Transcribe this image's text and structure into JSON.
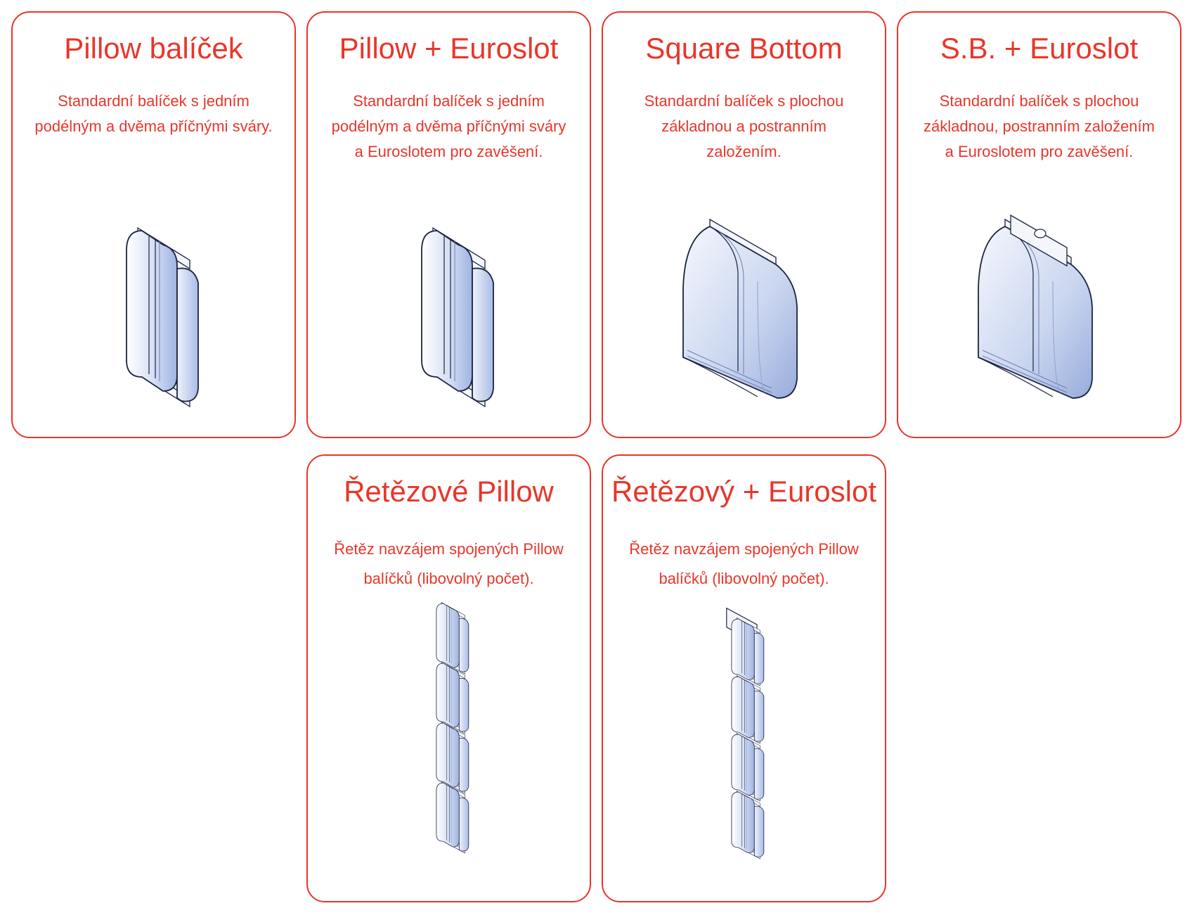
{
  "cards": [
    {
      "title": "Pillow balíček",
      "description": "Standardní balíček s jedním podélným a dvěma příčnými sváry.",
      "icon": "pillow-pack-icon"
    },
    {
      "title": "Pillow + Euroslot",
      "description": "Standardní balíček s jedním podélným a dvěma příčnými sváry a Euroslotem pro zavěšení.",
      "icon": "pillow-euroslot-pack-icon"
    },
    {
      "title": "Square Bottom",
      "description": "Standardní balíček s plochou základnou a postranním založením.",
      "icon": "square-bottom-pack-icon"
    },
    {
      "title": "S.B. + Euroslot",
      "description": "Standardní balíček s plochou základnou, postranním založením a Euroslotem pro zavěšení.",
      "icon": "square-bottom-euroslot-pack-icon"
    },
    {
      "title": "Řetězové Pillow",
      "description": "Řetěz navzájem spojených Pillow balíčků (libovolný počet).",
      "icon": "chain-pillow-pack-icon"
    },
    {
      "title": "Řetězový + Euroslot",
      "description": "Řetěz navzájem spojených Pillow balíčků (libovolný počet).",
      "icon": "chain-euroslot-pack-icon"
    }
  ],
  "colors": {
    "accent": "#e8362a",
    "package_fill": "#c9d6f0",
    "package_stroke": "#1c2440"
  }
}
